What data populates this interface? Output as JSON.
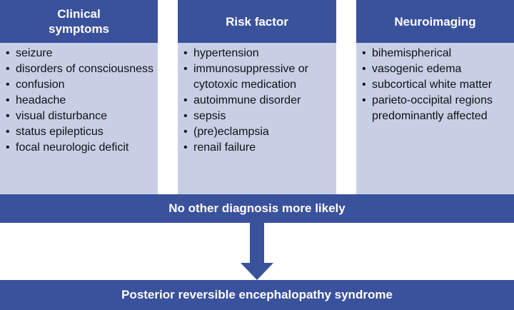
{
  "columns": [
    {
      "title": "Clinical\nsymptoms",
      "items": [
        "seizure",
        "disorders of consciousness",
        "confusion",
        "headache",
        "visual disturbance",
        "status epilepticus",
        "focal neurologic deficit"
      ]
    },
    {
      "title": "Risk factor",
      "items": [
        "hypertension",
        "immunosuppressive or cytotoxic medication",
        "autoimmune disorder",
        "sepsis",
        "(pre)eclampsia",
        "renail failure"
      ]
    },
    {
      "title": "Neuroimaging",
      "items": [
        "bihemispherical",
        "vasogenic edema",
        "subcortical white matter",
        "parieto-occipital regions predominantly affected"
      ]
    }
  ],
  "middle_band": "No other diagnosis more likely",
  "result_band": "Posterior reversible encephalopathy syndrome",
  "colors": {
    "header": "#3a519c",
    "body": "#c7cfe6",
    "text_on_header": "#ffffff"
  },
  "bullet_glyph": "•"
}
